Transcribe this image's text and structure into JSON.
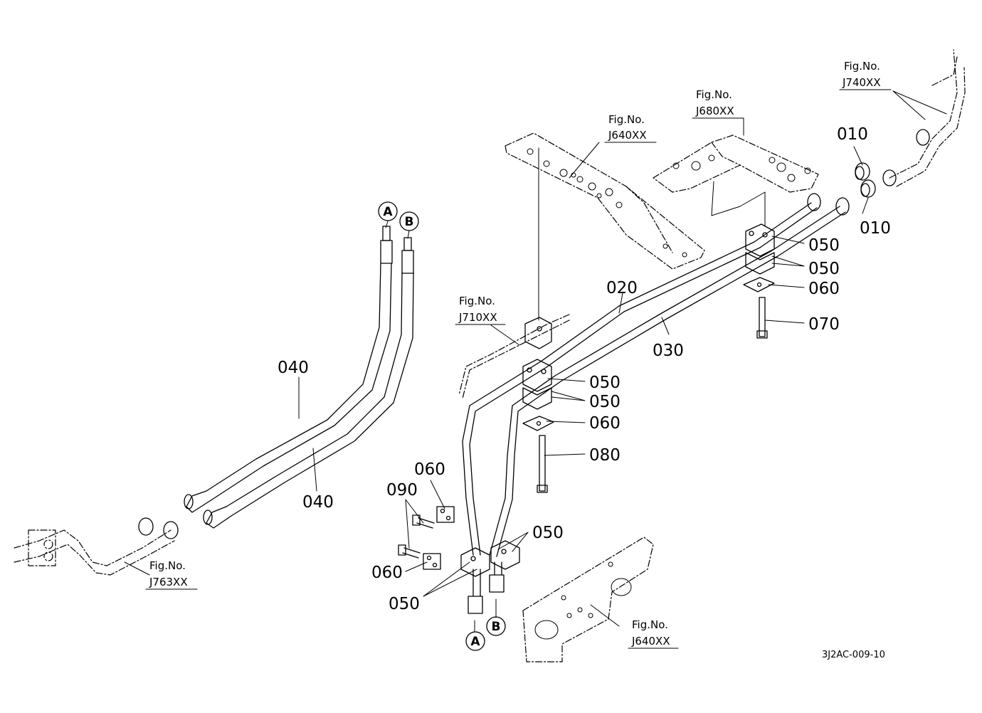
{
  "diagram_code": "3J2AC-009-10",
  "fig_refs": [
    {
      "id": "j640-top",
      "line1": "Fig.No.",
      "line2": "J640XX"
    },
    {
      "id": "j680",
      "line1": "Fig.No.",
      "line2": "J680XX"
    },
    {
      "id": "j740",
      "line1": "Fig.No.",
      "line2": "J740XX"
    },
    {
      "id": "j710",
      "line1": "Fig.No.",
      "line2": "J710XX"
    },
    {
      "id": "j763",
      "line1": "Fig.No.",
      "line2": "J763XX"
    },
    {
      "id": "j640-bottom",
      "line1": "Fig.No.",
      "line2": "J640XX"
    }
  ],
  "callouts": [
    "010",
    "010",
    "020",
    "030",
    "040",
    "040",
    "050",
    "050",
    "050",
    "050",
    "050",
    "050",
    "060",
    "060",
    "060",
    "060",
    "070",
    "080",
    "090"
  ],
  "connection_markers": [
    "A",
    "B",
    "A",
    "B"
  ]
}
